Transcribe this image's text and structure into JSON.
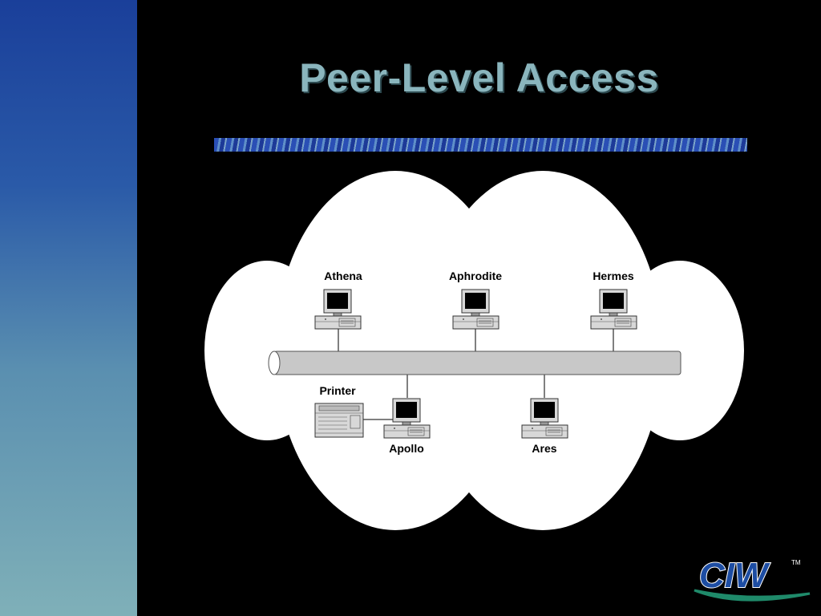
{
  "slide": {
    "title": "Peer-Level Access"
  },
  "diagram": {
    "nodes": {
      "athena": "Athena",
      "aphrodite": "Aphrodite",
      "hermes": "Hermes",
      "printer": "Printer",
      "apollo": "Apollo",
      "ares": "Ares"
    }
  },
  "logo": {
    "text": "CIW",
    "trademark": "TM"
  },
  "colors": {
    "background": "#000000",
    "title": "#8ab5bd",
    "sidebar_top": "#1a3f9a",
    "sidebar_bottom": "#7fb0b8",
    "logo_blue": "#1d4da3",
    "logo_swoosh": "#1f8a6a"
  }
}
